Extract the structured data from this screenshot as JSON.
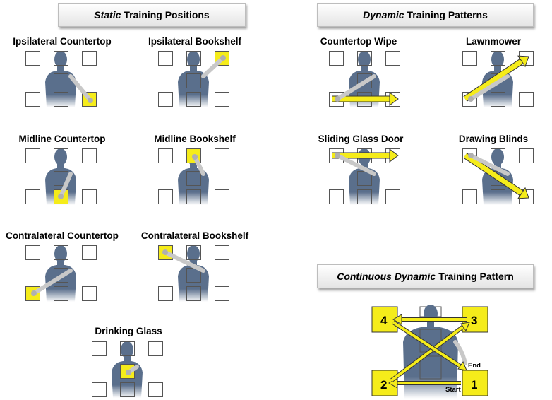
{
  "headers": {
    "static": {
      "italic": "Static",
      "rest": "Training Positions"
    },
    "dynamic": {
      "italic": "Dynamic",
      "rest": "Training Patterns"
    },
    "continuous": {
      "italic": "Continuous Dynamic",
      "rest": "Training Pattern"
    }
  },
  "static_positions": [
    {
      "title": "Ipsilateral Countertop",
      "highlight": "bottom-right"
    },
    {
      "title": "Ipsilateral Bookshelf",
      "highlight": "top-right"
    },
    {
      "title": "Midline Countertop",
      "highlight": "bottom-middle"
    },
    {
      "title": "Midline Bookshelf",
      "highlight": "top-middle"
    },
    {
      "title": "Contralateral Countertop",
      "highlight": "bottom-left"
    },
    {
      "title": "Contralateral Bookshelf",
      "highlight": "top-left"
    },
    {
      "title": "Drinking Glass",
      "highlight": "center"
    }
  ],
  "dynamic_patterns": [
    {
      "title": "Countertop Wipe",
      "arrow": "bottom-left to bottom-right"
    },
    {
      "title": "Lawnmower",
      "arrow": "bottom-left to top-right"
    },
    {
      "title": "Sliding Glass Door",
      "arrow": "top-left to top-right"
    },
    {
      "title": "Drawing Blinds",
      "arrow": "top-left to bottom-right"
    }
  ],
  "continuous": {
    "targets": [
      "1",
      "2",
      "3",
      "4"
    ],
    "start_label": "Start",
    "end_label": "End"
  },
  "colors": {
    "target": "#f5ec1a",
    "arrow": "#f5ec1a",
    "body": "#5a6f8c",
    "arm": "#c8c8c8",
    "header_border": "#bdbdbd"
  }
}
